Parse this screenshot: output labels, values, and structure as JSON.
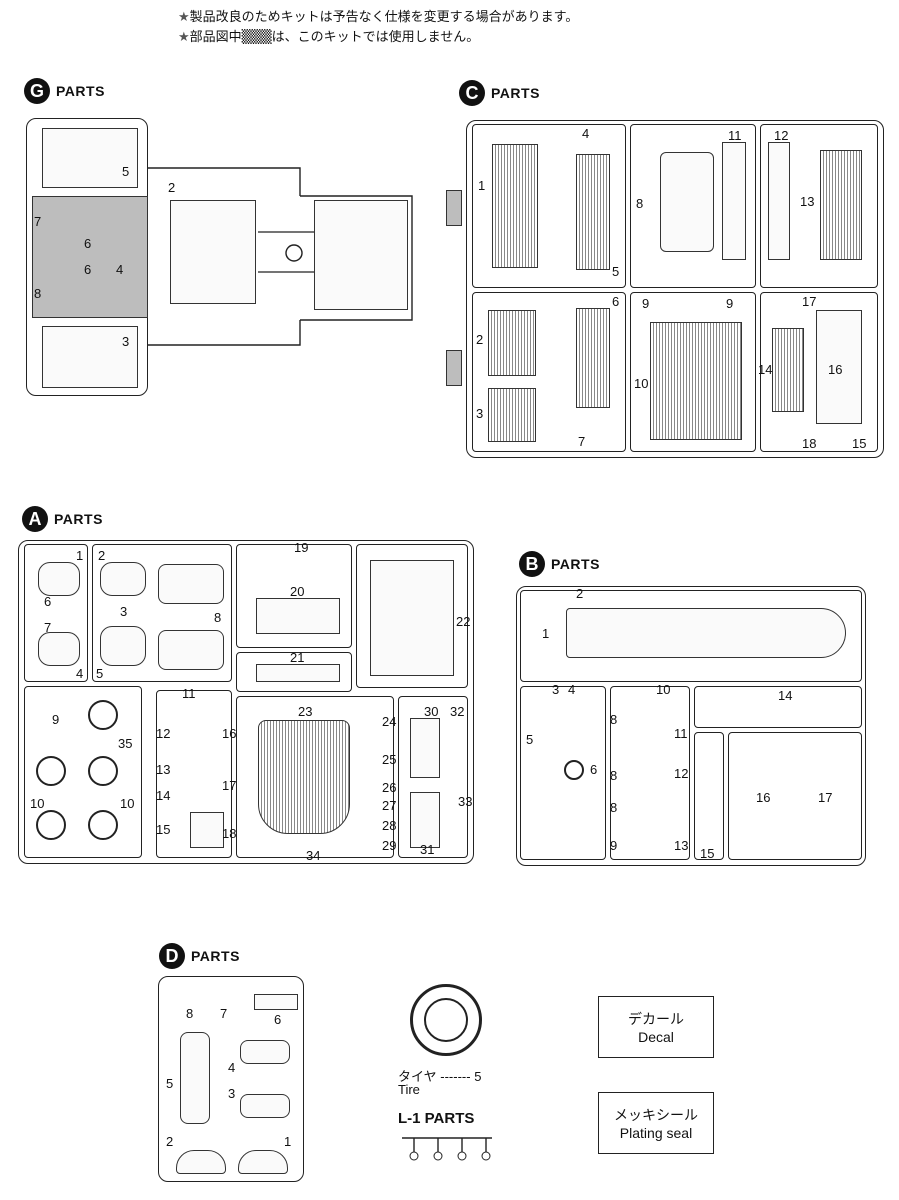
{
  "notes": [
    "製品改良のためキットは予告なく仕様を変更する場合があります。",
    "部品図中▒▒▒は、このキットでは使用しません。"
  ],
  "star": "★",
  "sections": {
    "G": {
      "letter": "G",
      "title": "PARTS",
      "numbers": [
        "5",
        "2",
        "7",
        "6",
        "6",
        "4",
        "8",
        "3"
      ]
    },
    "C": {
      "letter": "C",
      "title": "PARTS",
      "numbers": [
        "4",
        "1",
        "5",
        "8",
        "11",
        "12",
        "13",
        "6",
        "2",
        "3",
        "7",
        "9",
        "9",
        "10",
        "17",
        "14",
        "16",
        "18",
        "15"
      ]
    },
    "A": {
      "letter": "A",
      "title": "PARTS",
      "numbers": [
        "1",
        "2",
        "6",
        "3",
        "8",
        "7",
        "4",
        "5",
        "19",
        "20",
        "21",
        "22",
        "11",
        "9",
        "12",
        "16",
        "35",
        "13",
        "17",
        "14",
        "10",
        "10",
        "15",
        "18",
        "23",
        "24",
        "25",
        "26",
        "27",
        "28",
        "29",
        "30",
        "32",
        "33",
        "31",
        "34"
      ]
    },
    "B": {
      "letter": "B",
      "title": "PARTS",
      "numbers": [
        "2",
        "1",
        "3",
        "4",
        "10",
        "14",
        "5",
        "8",
        "6",
        "11",
        "12",
        "8",
        "8",
        "16",
        "17",
        "9",
        "13",
        "15"
      ]
    },
    "D": {
      "letter": "D",
      "title": "PARTS",
      "numbers": [
        "8",
        "7",
        "6",
        "4",
        "5",
        "3",
        "2",
        "1"
      ]
    }
  },
  "tire": {
    "jp": "タイヤ",
    "dashes": "-------",
    "num": "5",
    "en": "Tire"
  },
  "l1": {
    "title": "L-1 PARTS"
  },
  "decal": {
    "jp": "デカール",
    "en": "Decal"
  },
  "plating": {
    "jp": "メッキシール",
    "en": "Plating seal"
  }
}
